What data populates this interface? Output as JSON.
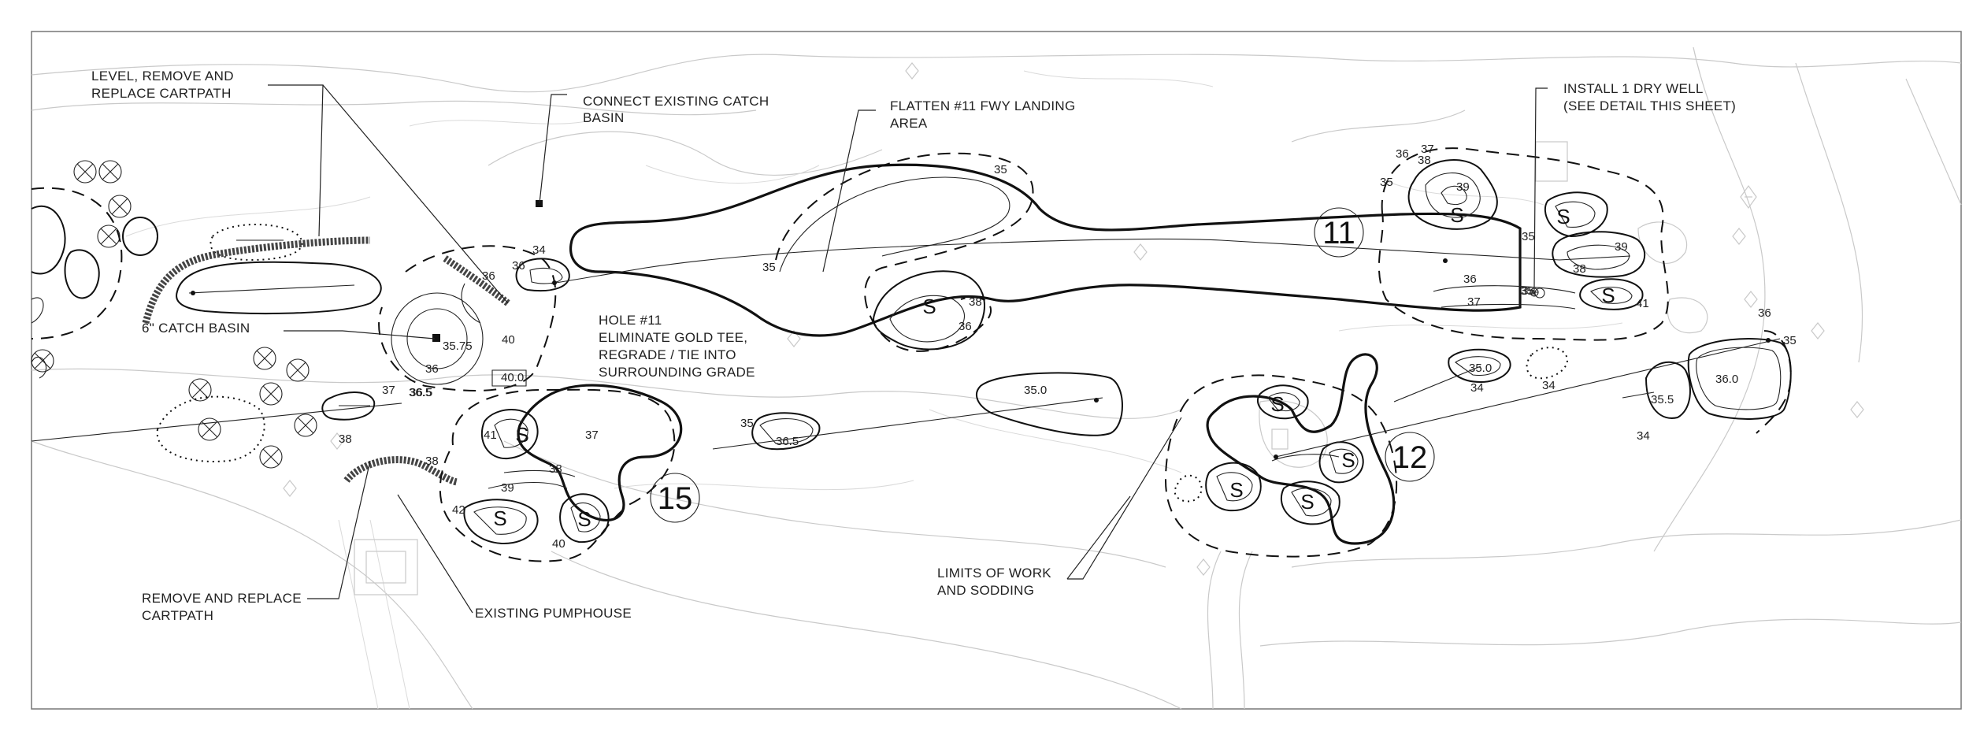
{
  "notes": {
    "cartpath_level": [
      "LEVEL, REMOVE AND",
      "REPLACE CARTPATH"
    ],
    "catch_basin_connect": [
      "CONNECT EXISTING CATCH",
      "BASIN"
    ],
    "flatten_fairway": [
      "FLATTEN #11 FWY LANDING",
      "AREA"
    ],
    "dry_well": [
      "INSTALL 1 DRY WELL",
      "(SEE DETAIL THIS SHEET)"
    ],
    "catch_basin_6in": "6\" CATCH BASIN",
    "hole11_tee": [
      "HOLE #11",
      "ELIMINATE GOLD TEE,",
      "REGRADE / TIE INTO",
      "SURROUNDING GRADE"
    ],
    "limits": [
      "LIMITS OF WORK",
      "AND SODDING"
    ],
    "remove_cartpath": [
      "REMOVE AND REPLACE",
      "CARTPATH"
    ],
    "pumphouse": "EXISTING PUMPHOUSE"
  },
  "holes": {
    "h11": "11",
    "h12": "12",
    "h15": "15"
  },
  "bunker_symbol": "S",
  "spot_grades": {
    "a35_75": "35.75",
    "a40_0": "40.0",
    "a36_5": "36.5",
    "a35_0": "35.0",
    "b36_5": "36.5",
    "b35_0": "35.0",
    "b35_5": "35.5",
    "b36_0": "36.0",
    "b35": "35"
  },
  "contours": {
    "c34a": "34",
    "c36a": "36",
    "c36b": "36",
    "c40a": "40",
    "c36c": "36",
    "c365": "36.5",
    "c37a": "37",
    "c38a": "38",
    "c38b": "38",
    "c41a": "41",
    "c37b": "37",
    "c38c": "38",
    "c39a": "39",
    "c42a": "42",
    "c40b": "40",
    "c35a": "35",
    "c35b": "35",
    "c35c": "35",
    "c38d": "38",
    "c36d": "36",
    "c36e": "36",
    "c38e": "38",
    "c37c": "37",
    "c39b": "39",
    "c35d": "35",
    "c35e": "35",
    "c36f": "36",
    "c37d": "37",
    "c35f": "35",
    "c39c": "39",
    "c38f": "38",
    "c41b": "41",
    "c36g": "36",
    "c35g": "35",
    "c34b": "34",
    "c34c": "34",
    "c34d": "34"
  }
}
